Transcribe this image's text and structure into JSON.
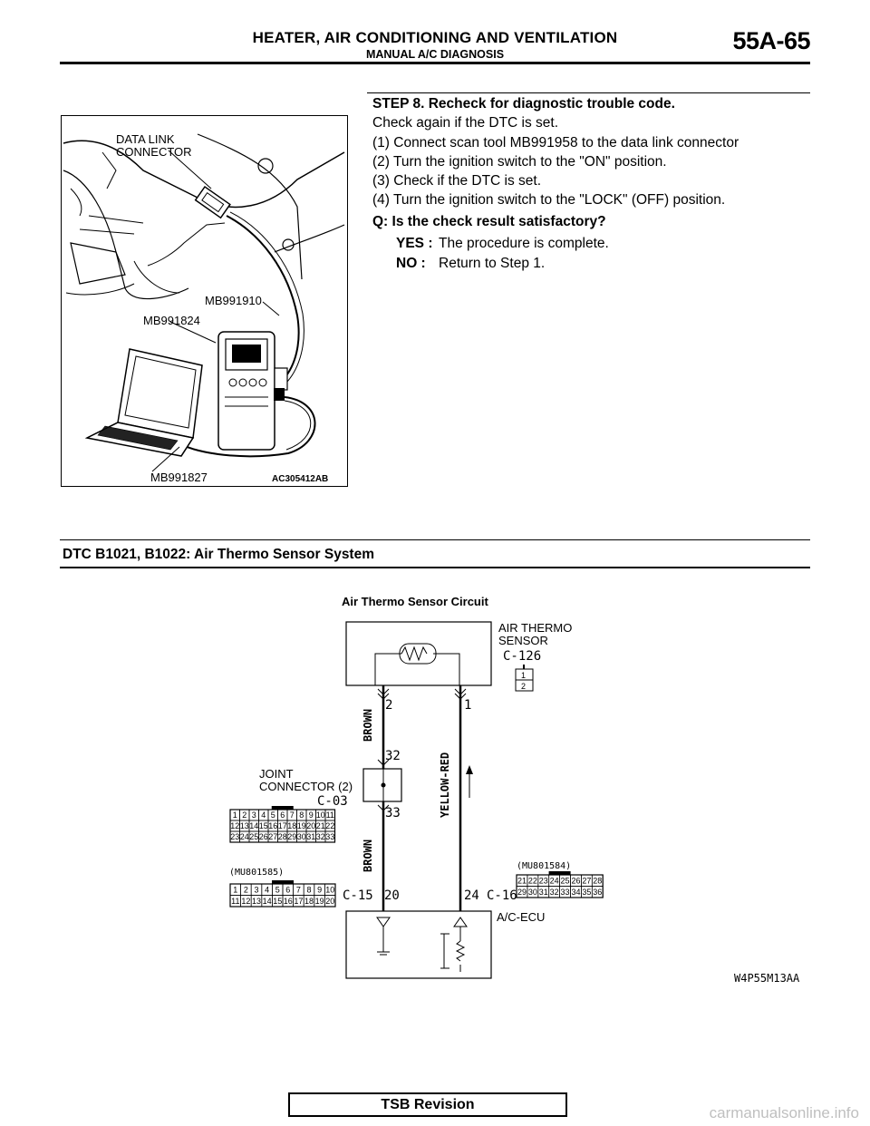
{
  "header": {
    "title": "HEATER, AIR CONDITIONING AND VENTILATION",
    "subtitle": "MANUAL A/C DIAGNOSIS",
    "page": "55A-65"
  },
  "step": {
    "title": "STEP 8. Recheck for diagnostic trouble code.",
    "lines": [
      "Check again if the DTC is set.",
      "(1) Connect scan tool MB991958 to the data link connector",
      "(2) Turn the ignition switch to the \"ON\" position.",
      "(3) Check if the DTC is set.",
      "(4) Turn the ignition switch to the \"LOCK\" (OFF) position."
    ],
    "question": "Q: Is the check result satisfactory?",
    "yes_key": "YES :",
    "yes_val": "The procedure is complete.",
    "no_key": "NO :",
    "no_val": "Return to Step 1."
  },
  "figure1": {
    "label_dlc_1": "DATA LINK",
    "label_dlc_2": "CONNECTOR",
    "label_mb991910": "MB991910",
    "label_mb991824": "MB991824",
    "label_mb991827": "MB991827",
    "code": "AC305412AB"
  },
  "section": {
    "title": "DTC B1021, B1022: Air Thermo Sensor System"
  },
  "circuit": {
    "title": "Air Thermo Sensor Circuit",
    "sensor_label_1": "AIR THERMO",
    "sensor_label_2": "SENSOR",
    "sensor_conn": "C-126",
    "sensor_pins": [
      "1",
      "2"
    ],
    "wire_left_top": "2",
    "wire_right_top": "1",
    "wire_left_color": "BROWN",
    "wire_left_color2": "BROWN",
    "wire_right_color": "YELLOW-RED",
    "joint_label_1": "JOINT",
    "joint_label_2": "CONNECTOR (2)",
    "joint_conn": "C-03",
    "joint_pin_in": "32",
    "joint_pin_out": "33",
    "joint_grid": [
      [
        "1",
        "2",
        "3",
        "4",
        "5",
        "6",
        "7",
        "8",
        "9",
        "10",
        "11"
      ],
      [
        "12",
        "13",
        "14",
        "15",
        "16",
        "17",
        "18",
        "19",
        "20",
        "21",
        "22"
      ],
      [
        "23",
        "24",
        "25",
        "26",
        "27",
        "28",
        "29",
        "30",
        "31",
        "32",
        "33"
      ]
    ],
    "ecu_left_part": "(MU801585)",
    "ecu_left_grid": [
      [
        "1",
        "2",
        "3",
        "4",
        "5",
        "6",
        "7",
        "8",
        "9",
        "10"
      ],
      [
        "11",
        "12",
        "13",
        "14",
        "15",
        "16",
        "17",
        "18",
        "19",
        "20"
      ]
    ],
    "ecu_left_conn": "C-15",
    "ecu_left_pin": "20",
    "ecu_right_pin": "24",
    "ecu_right_conn": "C-16",
    "ecu_right_part": "(MU801584)",
    "ecu_right_grid": [
      [
        "21",
        "22",
        "23",
        "24",
        "25",
        "26",
        "27",
        "28"
      ],
      [
        "29",
        "30",
        "31",
        "32",
        "33",
        "34",
        "35",
        "36"
      ]
    ],
    "ecu_label": "A/C-ECU",
    "code": "W4P55M13AA"
  },
  "footer": {
    "label": "TSB Revision",
    "watermark": "carmanualsonline.info"
  }
}
